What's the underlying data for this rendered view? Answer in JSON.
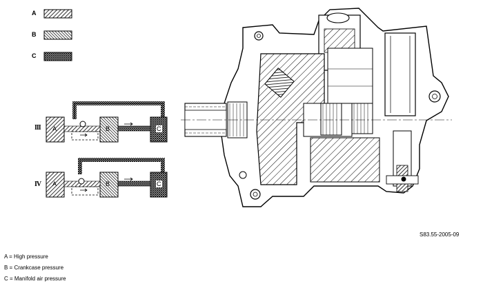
{
  "legend": {
    "items": [
      {
        "letter": "A",
        "pattern": "diag-fine"
      },
      {
        "letter": "B",
        "pattern": "diag-coarse"
      },
      {
        "letter": "C",
        "pattern": "cross-hatch"
      }
    ]
  },
  "schematics": [
    {
      "roman": "III",
      "boxes": [
        "A",
        "B",
        "C"
      ]
    },
    {
      "roman": "IV",
      "boxes": [
        "A",
        "B",
        "C"
      ]
    }
  ],
  "figure_code": "S83.55-2005-09",
  "captions": [
    "A = High pressure",
    "B = Crankcase pressure",
    "C = Manifold air pressure"
  ]
}
